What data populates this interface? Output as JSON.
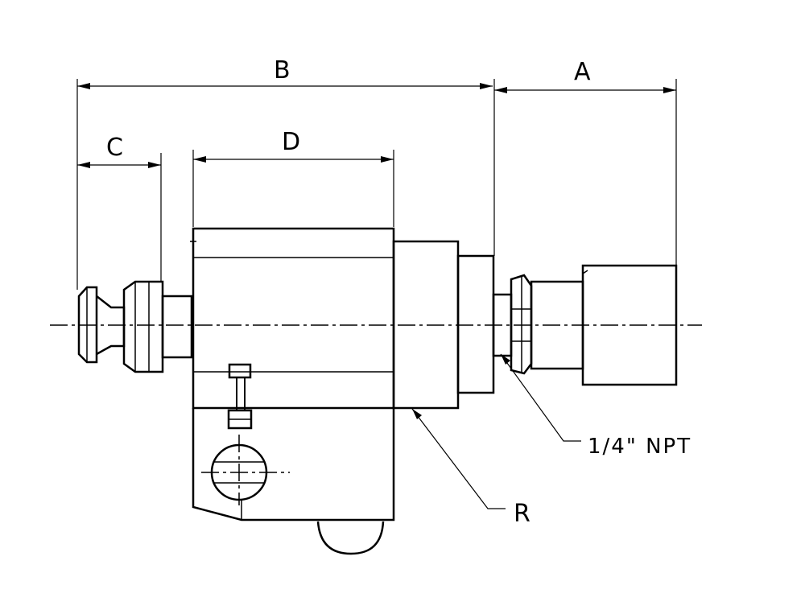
{
  "dimensions": {
    "a": "A",
    "b": "B",
    "c": "C",
    "d": "D"
  },
  "callouts": {
    "port": "1/4\" NPT",
    "r": "R"
  },
  "colors": {
    "line": "#000000",
    "background": "#ffffff"
  }
}
